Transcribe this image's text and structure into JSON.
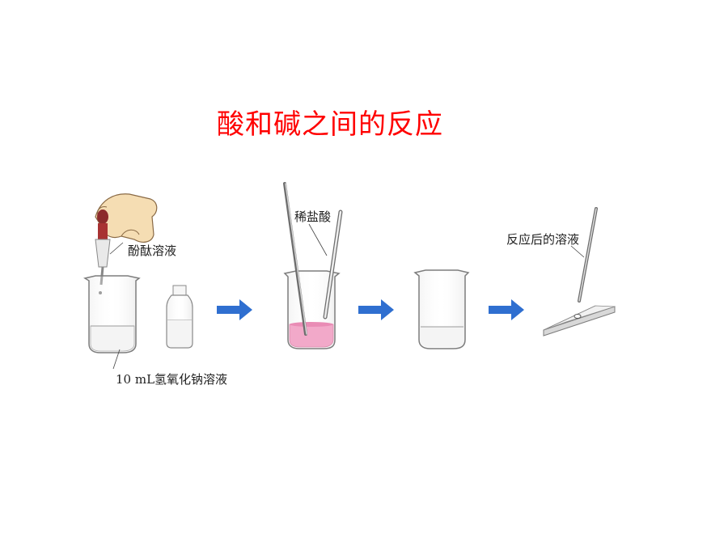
{
  "title": "酸和碱之间的反应",
  "labels": {
    "phenolphthalein": "酚酞溶液",
    "naoh": "10 mL氢氧化钠溶液",
    "hcl": "稀盐酸",
    "after_solution": "反应后的溶液"
  },
  "colors": {
    "title": "#ff0000",
    "arrow": "#2f6fd0",
    "pink_solution": "#f2a9c9",
    "glass": "#8a8a8a"
  }
}
